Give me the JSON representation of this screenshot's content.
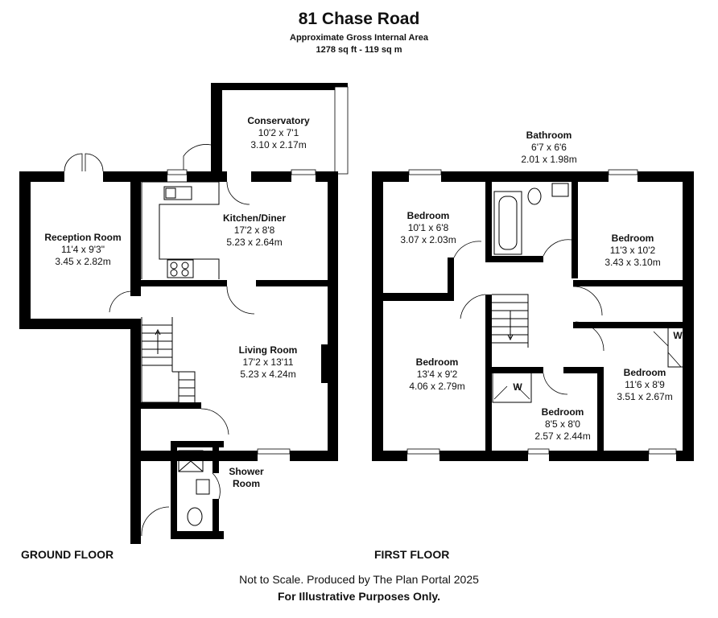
{
  "header": {
    "title": "81 Chase Road",
    "subtitle": "Approximate Gross Internal Area",
    "area": "1278 sq ft - 119 sq m"
  },
  "ground_floor": {
    "label": "GROUND FLOOR",
    "rooms": {
      "conservatory": {
        "name": "Conservatory",
        "imperial": "10'2 x 7'1",
        "metric": "3.10 x 2.17m"
      },
      "reception": {
        "name": "Reception Room",
        "imperial": "11'4 x 9'3\"",
        "metric": "3.45 x 2.82m"
      },
      "kitchen": {
        "name": "Kitchen/Diner",
        "imperial": "17'2 x 8'8",
        "metric": "5.23 x 2.64m"
      },
      "living": {
        "name": "Living Room",
        "imperial": "17'2 x 13'11",
        "metric": "5.23 x 4.24m"
      },
      "shower": {
        "name_line1": "Shower",
        "name_line2": "Room"
      }
    }
  },
  "first_floor": {
    "label": "FIRST FLOOR",
    "rooms": {
      "bathroom": {
        "name": "Bathroom",
        "imperial": "6'7 x 6'6",
        "metric": "2.01 x 1.98m"
      },
      "bed1": {
        "name": "Bedroom",
        "imperial": "10'1 x 6'8",
        "metric": "3.07 x 2.03m"
      },
      "bed2": {
        "name": "Bedroom",
        "imperial": "11'3 x 10'2",
        "metric": "3.43 x 3.10m"
      },
      "bed3": {
        "name": "Bedroom",
        "imperial": "13'4 x 9'2",
        "metric": "4.06 x 2.79m"
      },
      "bed4": {
        "name": "Bedroom",
        "imperial": "8'5 x 8'0",
        "metric": "2.57 x 2.44m"
      },
      "bed5": {
        "name": "Bedroom",
        "imperial": "11'6 x 8'9",
        "metric": "3.51 x 2.67m"
      }
    },
    "wardrobe_label": "W"
  },
  "footer": {
    "disclaimer": "Not to Scale. Produced by The Plan Portal 2025",
    "note": "For Illustrative Purposes Only."
  }
}
